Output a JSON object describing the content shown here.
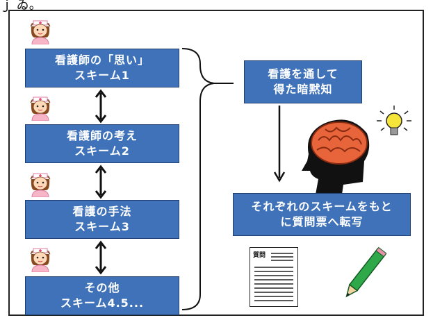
{
  "top_fragment": "ｊ ゐ。",
  "left_column": {
    "boxes": [
      {
        "line1": "看護師の「思い」",
        "line2": "スキーム1"
      },
      {
        "line1": "看護師の考え",
        "line2": "スキーム2"
      },
      {
        "line1": "看護の手法",
        "line2": "スキーム3"
      },
      {
        "line1": "その他",
        "line2": "スキーム4.5..."
      }
    ]
  },
  "right_column": {
    "tacit_box": {
      "line1": "看護を通して",
      "line2": "得た暗黙知"
    },
    "transfer_box": {
      "line1": "それぞれのスキームをもと",
      "line2": "に質問票へ転写"
    },
    "document_label": "質問"
  },
  "colors": {
    "box_fill": "#3f72b8",
    "box_text": "#ffffff",
    "brain": "#e8643a",
    "head": "#111111",
    "pencil": "#2fa84a",
    "bulb": "#f5e43a"
  },
  "icons": [
    "nurse-icon",
    "head-brain-icon",
    "lightbulb-icon",
    "document-icon",
    "pencil-icon"
  ]
}
